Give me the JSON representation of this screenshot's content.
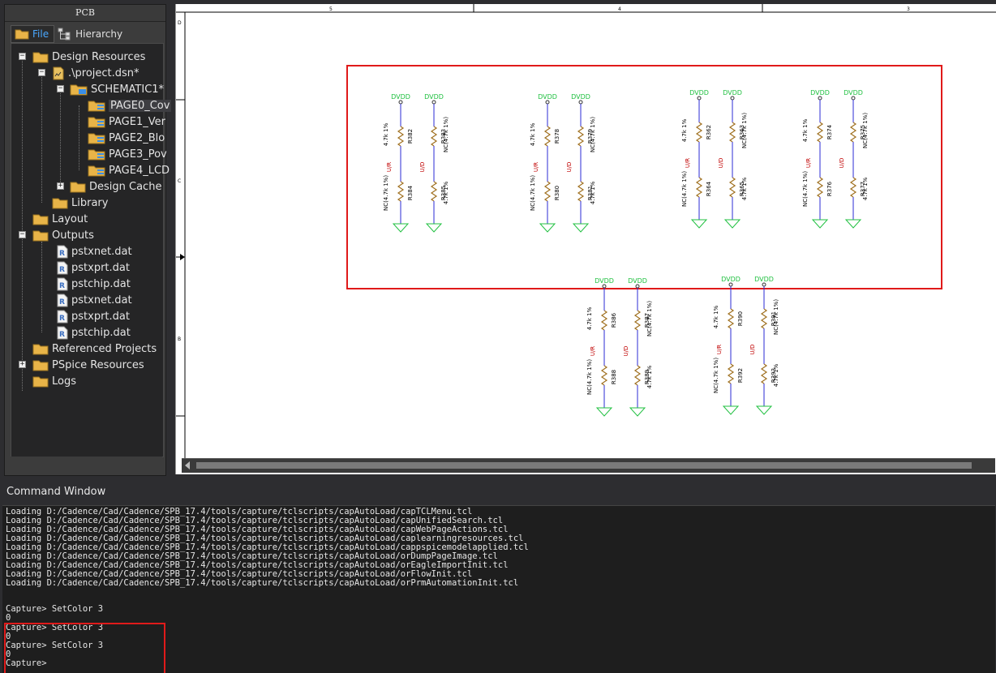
{
  "pcb_panel": {
    "title": "PCB",
    "tabs": [
      {
        "label": "File",
        "active": true,
        "icon": "folder-icon"
      },
      {
        "label": "Hierarchy",
        "active": false,
        "icon": "hierarchy-icon"
      }
    ]
  },
  "tree": {
    "design_resources": "Design Resources",
    "project": ".\\project.dsn*",
    "schematic": "SCHEMATIC1*",
    "pages": [
      "PAGE0_Cov",
      "PAGE1_Ver",
      "PAGE2_Blo",
      "PAGE3_Pov",
      "PAGE4_LCD"
    ],
    "design_cache": "Design Cache",
    "library": "Library",
    "layout": "Layout",
    "outputs": "Outputs",
    "output_files": [
      "pstxnet.dat",
      "pstxprt.dat",
      "pstchip.dat",
      "pstxnet.dat",
      "pstxprt.dat",
      "pstchip.dat"
    ],
    "referenced_projects": "Referenced Projects",
    "pspice_resources": "PSpice Resources",
    "logs": "Logs"
  },
  "schematic": {
    "border_labels": [
      "5",
      "4",
      "3"
    ],
    "side_labels": [
      "D",
      "C",
      "B"
    ],
    "power_label": "DVDD",
    "highlight_color": "#e01a1a",
    "net_color": "#2b2bd6",
    "power_color": "#20c040",
    "label_color": "#c00000",
    "resistor_color": "#a07020",
    "groups": [
      {
        "label_a": "U/R",
        "label_b": "U/D",
        "r_top_left": "R382",
        "r_top_right": "R383",
        "r_bot_left": "R384",
        "r_bot_right": "R385",
        "v_top_left": "4.7k 1%",
        "v_top_right": "NC(4.7k 1%)",
        "v_bot_left": "NC(4.7k 1%)",
        "v_bot_right": "4.7k 1%"
      },
      {
        "label_a": "U/R",
        "label_b": "U/D",
        "r_top_left": "R378",
        "r_top_right": "R379",
        "r_bot_left": "R380",
        "r_bot_right": "R381",
        "v_top_left": "4.7k 1%",
        "v_top_right": "NC(4.7k 1%)",
        "v_bot_left": "NC(4.7k 1%)",
        "v_bot_right": "4.7k 1%"
      },
      {
        "label_a": "U/R",
        "label_b": "U/D",
        "r_top_left": "R362",
        "r_top_right": "R363",
        "r_bot_left": "R364",
        "r_bot_right": "R365",
        "v_top_left": "4.7k 1%",
        "v_top_right": "NC(4.7k 1%)",
        "v_bot_left": "NC(4.7k 1%)",
        "v_bot_right": "4.7k 1%"
      },
      {
        "label_a": "U/R",
        "label_b": "U/D",
        "r_top_left": "R374",
        "r_top_right": "R375",
        "r_bot_left": "R376",
        "r_bot_right": "R377",
        "v_top_left": "4.7k 1%",
        "v_top_right": "NC(4.7k 1%)",
        "v_bot_left": "NC(4.7k 1%)",
        "v_bot_right": "4.7k 1%"
      },
      {
        "label_a": "U/R",
        "label_b": "U/D",
        "r_top_left": "R386",
        "r_top_right": "R387",
        "r_bot_left": "R388",
        "r_bot_right": "R389",
        "v_top_left": "4.7k 1%",
        "v_top_right": "NC(4.7k 1%)",
        "v_bot_left": "NC(4.7k 1%)",
        "v_bot_right": "4.7k 1%"
      },
      {
        "label_a": "U/R",
        "label_b": "U/D",
        "r_top_left": "R390",
        "r_top_right": "R391",
        "r_bot_left": "R392",
        "r_bot_right": "R393",
        "v_top_left": "4.7k 1%",
        "v_top_right": "NC(4.7k 1%)",
        "v_bot_left": "NC(4.7k 1%)",
        "v_bot_right": "4.7k 1%"
      }
    ]
  },
  "command_window": {
    "title": "Command Window",
    "lines": [
      "Loading D:/Cadence/Cad/Cadence/SPB_17.4/tools/capture/tclscripts/capAutoLoad/capTCLMenu.tcl",
      "Loading D:/Cadence/Cad/Cadence/SPB_17.4/tools/capture/tclscripts/capAutoLoad/capUnifiedSearch.tcl",
      "Loading D:/Cadence/Cad/Cadence/SPB_17.4/tools/capture/tclscripts/capAutoLoad/capWebPageActions.tcl",
      "Loading D:/Cadence/Cad/Cadence/SPB_17.4/tools/capture/tclscripts/capAutoLoad/caplearningresources.tcl",
      "Loading D:/Cadence/Cad/Cadence/SPB_17.4/tools/capture/tclscripts/capAutoLoad/cappspicemodelapplied.tcl",
      "Loading D:/Cadence/Cad/Cadence/SPB_17.4/tools/capture/tclscripts/capAutoLoad/orDumpPageImage.tcl",
      "Loading D:/Cadence/Cad/Cadence/SPB_17.4/tools/capture/tclscripts/capAutoLoad/orEagleImportInit.tcl",
      "Loading D:/Cadence/Cad/Cadence/SPB_17.4/tools/capture/tclscripts/capAutoLoad/orFlowInit.tcl",
      "Loading D:/Cadence/Cad/Cadence/SPB_17.4/tools/capture/tclscripts/capAutoLoad/orPrmAutomationInit.tcl"
    ],
    "history": [
      "Capture> SetColor 3",
      "0",
      "Capture> SetColor 3",
      "0",
      "Capture> SetColor 3",
      "0",
      "Capture>"
    ]
  }
}
